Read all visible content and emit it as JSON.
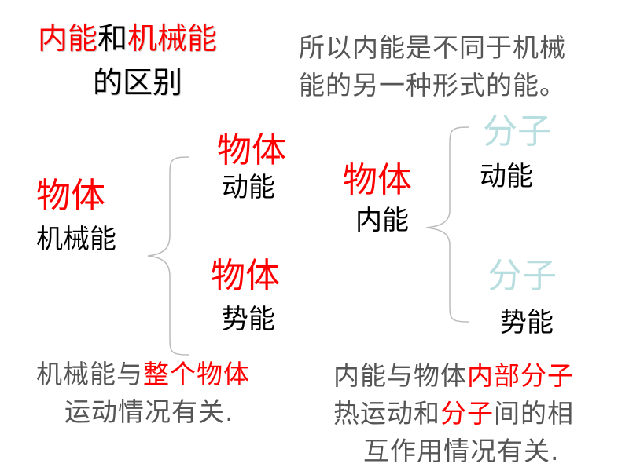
{
  "title": {
    "part1": "内能",
    "part2": "和",
    "part3": "机械能",
    "line2": "的区别"
  },
  "intro": {
    "line1": "所以内能是不同于机械",
    "line2": "能的另一种形式的能。"
  },
  "mechanical": {
    "label_top": "物体",
    "label_bottom": "机械能",
    "kinetic_top": "物体",
    "kinetic_bottom": "动能",
    "potential_top": "物体",
    "potential_bottom": "势能"
  },
  "internal": {
    "label_top": "物体",
    "label_bottom": "内能",
    "kinetic_top": "分子",
    "kinetic_bottom": "动能",
    "potential_top": "分子",
    "potential_bottom": "势能"
  },
  "mech_note": {
    "line1_a": "机械能与",
    "line1_b": "整个物体",
    "line2": "运动情况有关."
  },
  "internal_note": {
    "line1_a": "内能与物体",
    "line1_b": "内部分子",
    "line2_a": "热运动和",
    "line2_b": "分子",
    "line2_c": "间的相",
    "line3": "互作用情况有关."
  },
  "colors": {
    "highlight": "#ff0000",
    "text": "#000000",
    "note": "#555555",
    "molecule": "#b9dee0"
  }
}
